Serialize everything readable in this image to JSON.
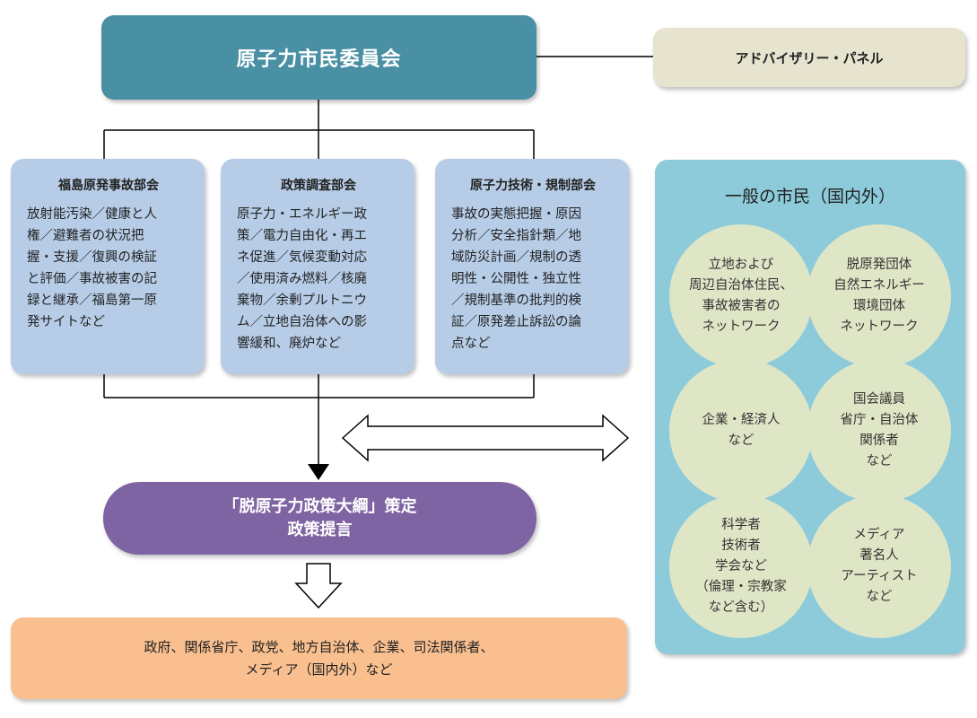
{
  "committee": {
    "title": "原子力市民委員会"
  },
  "advisory": {
    "label": "アドバイザリー・パネル"
  },
  "departments": [
    {
      "title": "福島原発事故部会",
      "lines": [
        "放射能汚染／健康と人",
        "権／避難者の状況把",
        "握・支援／復興の検証",
        "と評価／事故被害の記",
        "録と継承／福島第一原",
        "発サイトなど"
      ]
    },
    {
      "title": "政策調査部会",
      "lines": [
        "原子力・エネルギー政",
        "策／電力自由化・再エ",
        "ネ促進／気候変動対応",
        "／使用済み燃料／核廃",
        "棄物／余剰プルトニウ",
        "ム／立地自治体への影",
        "響緩和、廃炉など"
      ]
    },
    {
      "title": "原子力技術・規制部会",
      "lines": [
        "事故の実態把握・原因",
        "分析／安全指針類／地",
        "域防災計画／規制の透",
        "明性・公開性・独立性",
        "／規制基準の批判的検",
        "証／原発差止訴訟の論",
        "点など"
      ]
    }
  ],
  "policy": {
    "line1": "「脱原子力政策大綱」策定",
    "line2": "政策提言"
  },
  "targets": {
    "line1": "政府、関係省庁、政党、地方自治体、企業、司法関係者、",
    "line2": "メディア（国内外）など"
  },
  "public": {
    "title": "一般の市民（国内外）",
    "groups": [
      {
        "lines": [
          "立地および",
          "周辺自治体住民、",
          "事故被害者の",
          "ネットワーク"
        ]
      },
      {
        "lines": [
          "脱原発団体",
          "自然エネルギー",
          "環境団体",
          "ネットワーク"
        ]
      },
      {
        "lines": [
          "企業・経済人",
          "など"
        ]
      },
      {
        "lines": [
          "国会議員",
          "省庁・自治体",
          "関係者",
          "など"
        ]
      },
      {
        "lines": [
          "科学者",
          "技術者",
          "学会など",
          "（倫理・宗教家",
          "など含む）"
        ]
      },
      {
        "lines": [
          "メディア",
          "著名人",
          "アーティスト",
          "など"
        ]
      }
    ]
  },
  "colors": {
    "committee": "#4a90a4",
    "advisory": "#e6e3cf",
    "departments": "#b7cde7",
    "policy": "#7f64a3",
    "targets": "#f9bf8f",
    "public": "#8dcbdb",
    "circles": "#dfe6c6"
  }
}
